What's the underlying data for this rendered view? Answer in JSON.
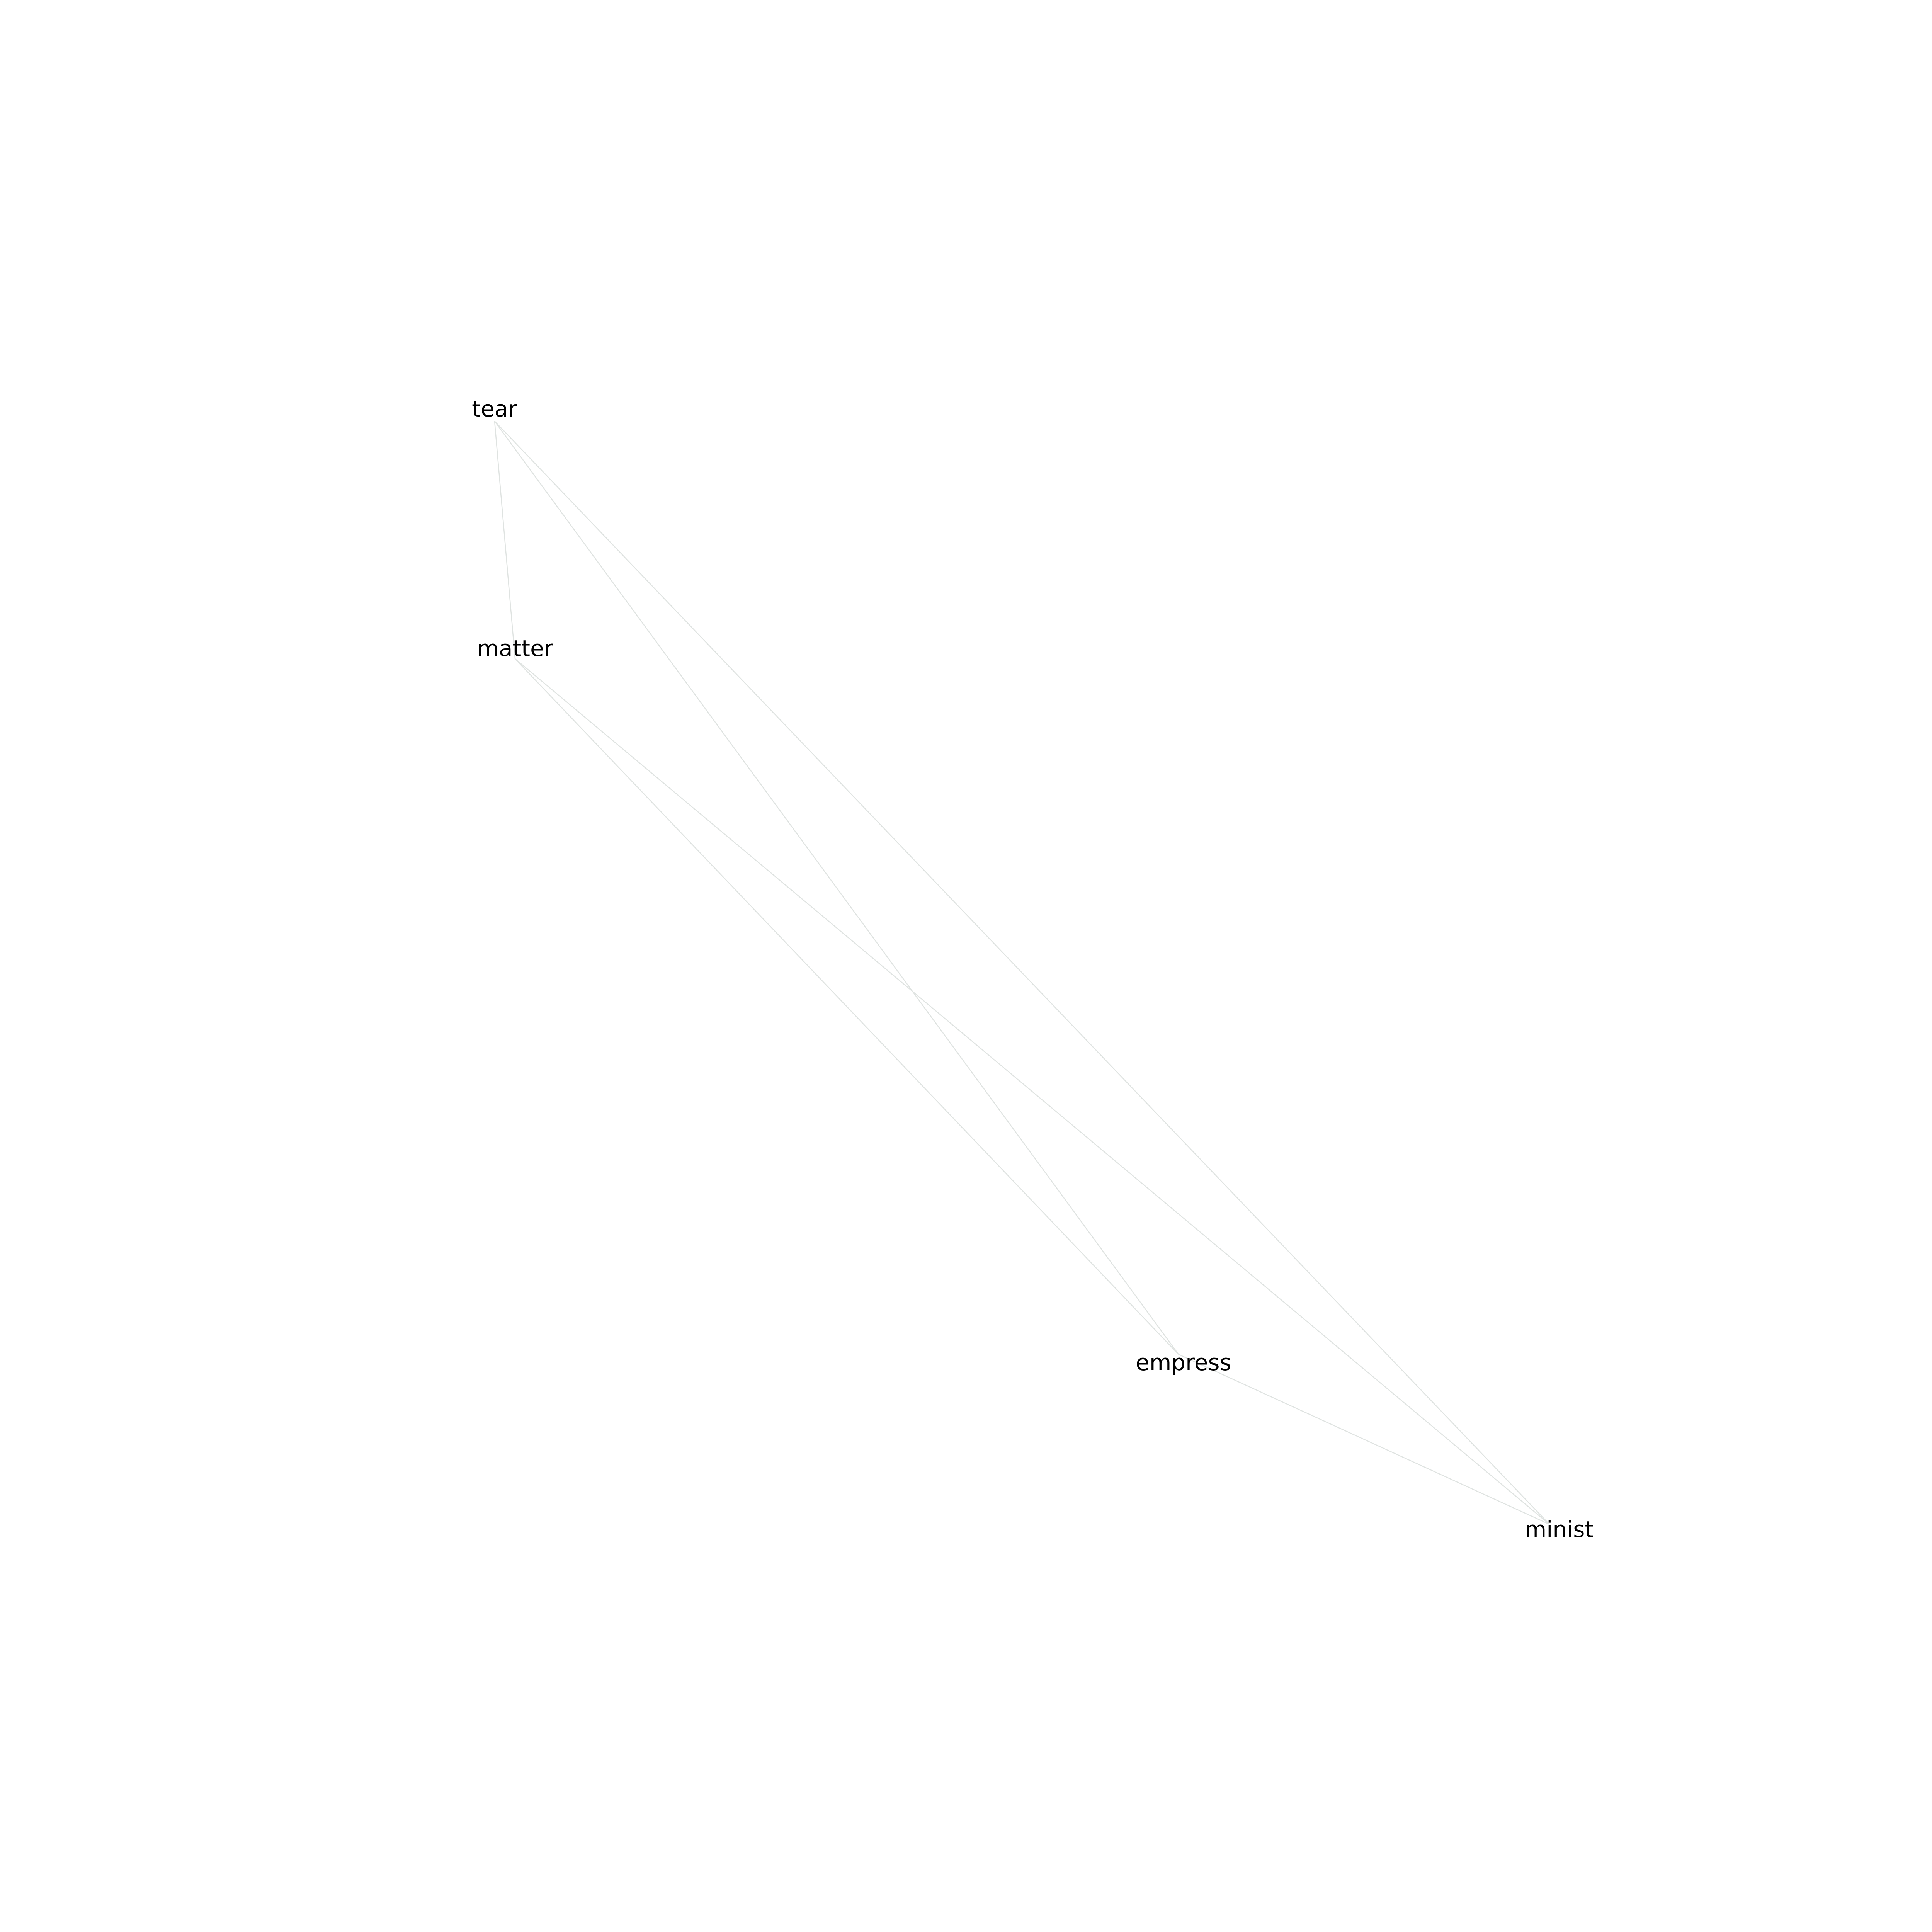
{
  "graph": {
    "nodes": [
      {
        "id": "tear",
        "label": "tear"
      },
      {
        "id": "matter",
        "label": "matter"
      },
      {
        "id": "empress",
        "label": "empress"
      },
      {
        "id": "minist",
        "label": "minist"
      }
    ],
    "edges": [
      {
        "source": "tear",
        "target": "matter"
      },
      {
        "source": "tear",
        "target": "empress"
      },
      {
        "source": "tear",
        "target": "minist"
      },
      {
        "source": "matter",
        "target": "empress"
      },
      {
        "source": "matter",
        "target": "minist"
      },
      {
        "source": "empress",
        "target": "minist"
      }
    ],
    "colors": {
      "edge": "#dfe3e1",
      "label": "#000000",
      "background": "#ffffff"
    }
  }
}
